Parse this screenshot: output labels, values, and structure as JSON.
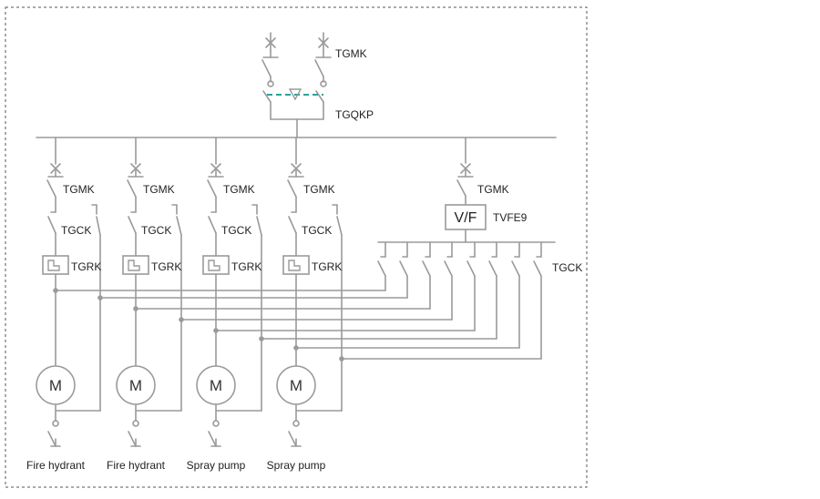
{
  "labels": {
    "incoming_breaker": "TGMK",
    "transfer_switch": "TGQKP",
    "branch_breaker": "TGMK",
    "contactor": "TGCK",
    "thermal_relay": "TGRK",
    "vfd_breaker": "TGMK",
    "vfd_symbol": "V/F",
    "vfd_model": "TVFE9",
    "bypass_contactor": "TGCK"
  },
  "motors": [
    {
      "symbol": "M",
      "name": "Fire hydrant"
    },
    {
      "symbol": "M",
      "name": "Fire hydrant"
    },
    {
      "symbol": "M",
      "name": "Spray pump"
    },
    {
      "symbol": "M",
      "name": "Spray pump"
    }
  ],
  "colors": {
    "line": "#9a9a9a",
    "interlock": "#2aa198",
    "frame": "#555555",
    "text": "#222222"
  }
}
